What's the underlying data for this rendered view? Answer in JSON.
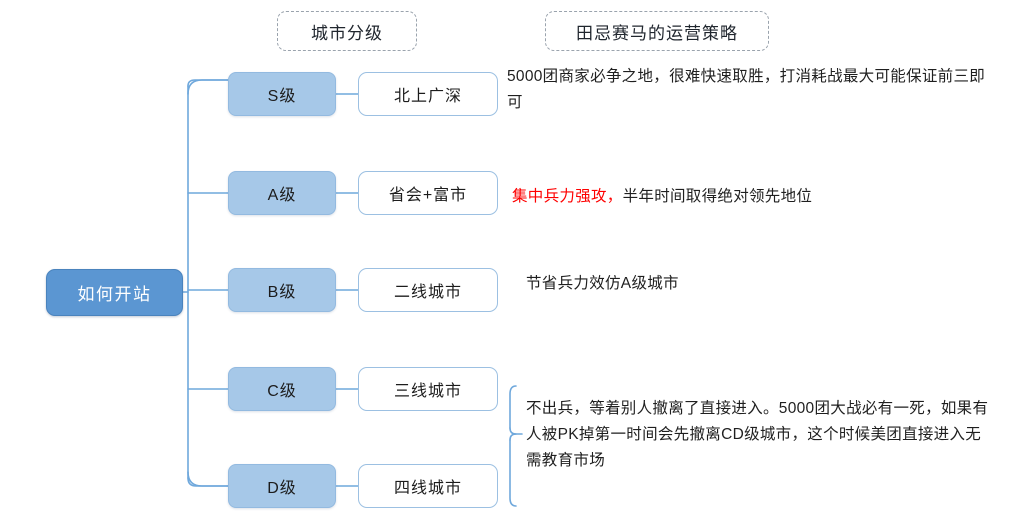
{
  "headers": {
    "left": "城市分级",
    "right": "田忌赛马的运营策略"
  },
  "root": {
    "label": "如何开站"
  },
  "colors": {
    "root_fill": "#5b96d2",
    "level_fill": "#a6c8e8",
    "city_border": "#9cc0e2",
    "connector": "#6fa8dc",
    "accent_text": "#fe0000",
    "chip_border": "#9aa3ad",
    "page_background": "#ffffff"
  },
  "branches": [
    {
      "level": "S级",
      "city": "北上广深",
      "description": "5000团商家必争之地，很难快速取胜，打消耗战最大可能保证前三即可",
      "description_accent": "",
      "description_rest": "5000团商家必争之地，很难快速取胜，打消耗战最大可能保证前三即可"
    },
    {
      "level": "A级",
      "city": "省会+富市",
      "description": "集中兵力强攻，半年时间取得绝对领先地位",
      "description_accent": "集中兵力强攻，",
      "description_rest": "半年时间取得绝对领先地位"
    },
    {
      "level": "B级",
      "city": "二线城市",
      "description": "节省兵力效仿A级城市",
      "description_accent": "",
      "description_rest": "节省兵力效仿A级城市"
    },
    {
      "level": "C级",
      "city": "三线城市",
      "description": "",
      "description_accent": "",
      "description_rest": ""
    },
    {
      "level": "D级",
      "city": "四线城市",
      "description": "",
      "description_accent": "",
      "description_rest": ""
    }
  ],
  "grouped_description": {
    "applies_to": [
      "C级",
      "D级"
    ],
    "text": "不出兵，等着别人撤离了直接进入。5000团大战必有一死，如果有人被PK掉第一时间会先撤离CD级城市，这个时候美团直接进入无需教育市场"
  }
}
